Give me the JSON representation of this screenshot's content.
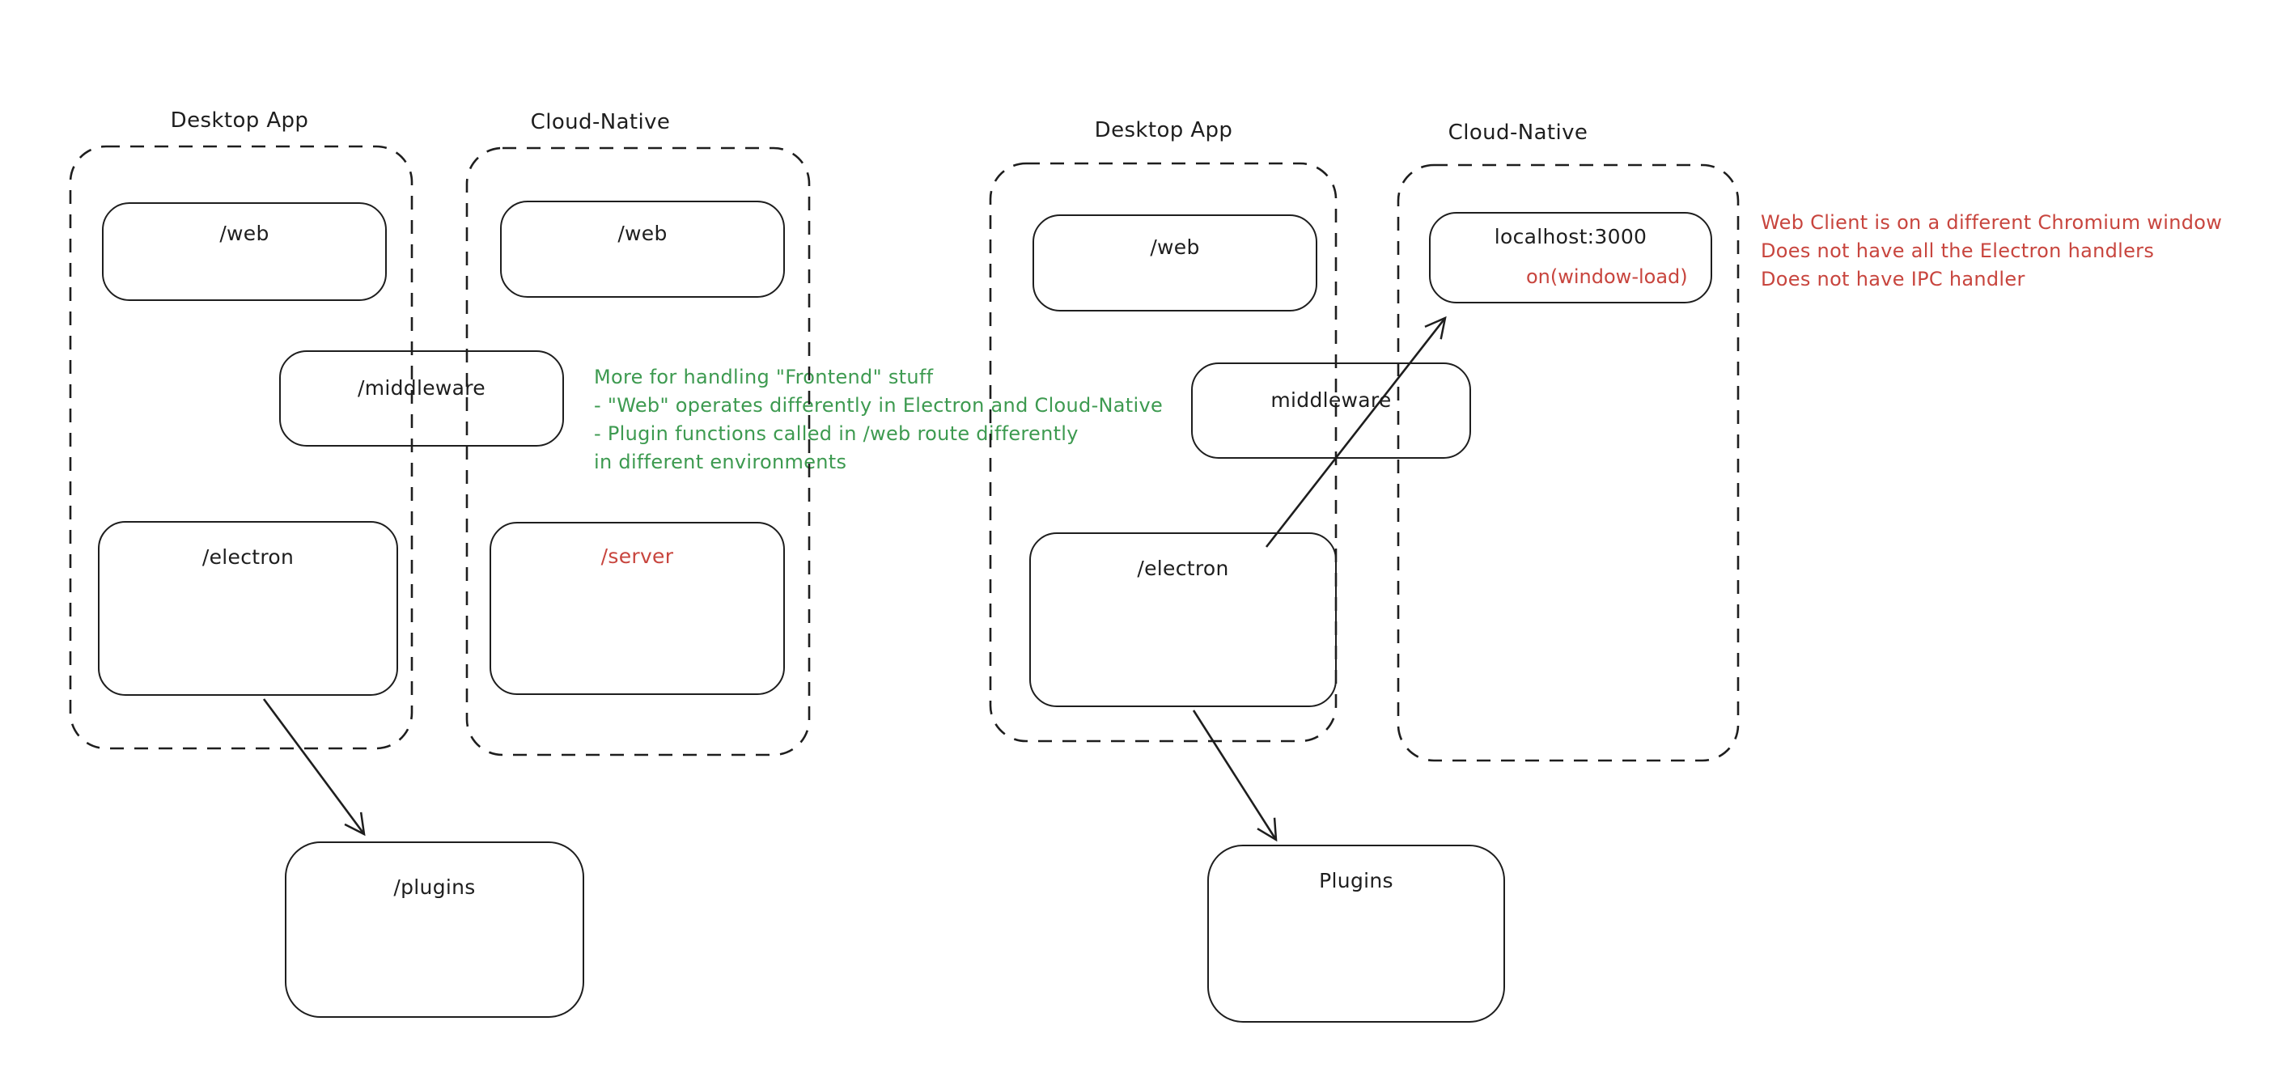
{
  "colors": {
    "ink": "#1e1e1e",
    "red": "#c8453e",
    "green": "#3d9a50",
    "background": "#ffffff"
  },
  "left_diagram": {
    "desktop_app": {
      "title": "Desktop App",
      "web_label": "/web",
      "electron_label": "/electron"
    },
    "cloud_native": {
      "title": "Cloud-Native",
      "web_label": "/web",
      "server_label": "/server"
    },
    "middleware_label": "/middleware",
    "plugins_label": "/plugins",
    "green_note_lines": [
      "More for handling \"Frontend\" stuff",
      "- \"Web\" operates differently in Electron and Cloud-Native",
      "- Plugin functions called in /web route differently",
      "in different environments"
    ]
  },
  "right_diagram": {
    "desktop_app": {
      "title": "Desktop App",
      "web_label": "/web",
      "electron_label": "/electron"
    },
    "cloud_native": {
      "title": "Cloud-Native",
      "localhost_label": "localhost:3000",
      "window_load_label": "on(window-load)"
    },
    "middleware_label": "middleware",
    "plugins_label": "Plugins",
    "red_note_lines": [
      "Web Client is on a different Chromium window",
      "Does not have all the Electron handlers",
      "Does not have IPC handler"
    ]
  }
}
